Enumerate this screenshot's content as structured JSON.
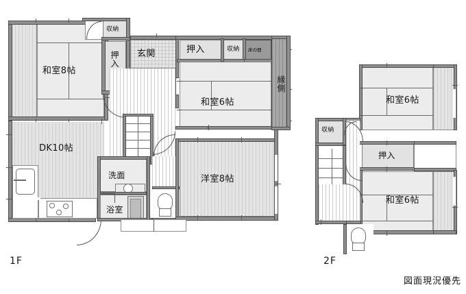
{
  "document": {
    "type": "real-estate-floor-plan",
    "note": "図面現況優先"
  },
  "floors": [
    {
      "id": "1F",
      "label": "1F",
      "rooms": [
        {
          "name": "和室8帖",
          "kind": "japanese-room",
          "size_jo": 8
        },
        {
          "name": "DK10帖",
          "kind": "dining-kitchen",
          "size_jo": 10
        },
        {
          "name": "玄関",
          "kind": "entrance"
        },
        {
          "name": "押入",
          "kind": "closet"
        },
        {
          "name": "収納",
          "kind": "storage"
        },
        {
          "name": "押入",
          "kind": "closet"
        },
        {
          "name": "収納",
          "kind": "storage"
        },
        {
          "name": "床の間",
          "kind": "alcove"
        },
        {
          "name": "和室6帖",
          "kind": "japanese-room",
          "size_jo": 6
        },
        {
          "name": "縁側",
          "kind": "veranda"
        },
        {
          "name": "洗面",
          "kind": "washbasin"
        },
        {
          "name": "浴室",
          "kind": "bathroom"
        },
        {
          "name": "洋室8帖",
          "kind": "western-room",
          "size_jo": 8
        }
      ]
    },
    {
      "id": "2F",
      "label": "2F",
      "rooms": [
        {
          "name": "和室6帖",
          "kind": "japanese-room",
          "size_jo": 6
        },
        {
          "name": "和室6帖",
          "kind": "japanese-room",
          "size_jo": 6
        },
        {
          "name": "押入",
          "kind": "closet"
        },
        {
          "name": "収納",
          "kind": "storage"
        }
      ]
    }
  ],
  "labels": {
    "washitsu_8": "和室8帖",
    "dk_10": "DK10帖",
    "genkan": "玄関",
    "oshiire_a": "押入",
    "shuunou_a": "収納",
    "oshiire_b": "押入",
    "shuunou_b": "収納",
    "tokonoma": "床の間",
    "washitsu_6": "和室6帖",
    "engawa": "縁側",
    "senmen": "洗面",
    "yokushitsu": "浴室",
    "youshitsu_8": "洋室8帖",
    "f2_washitsu_6_top": "和室6帖",
    "f2_washitsu_6_bottom": "和室6帖",
    "f2_oshiire": "押入",
    "f2_shuunou": "収納",
    "floor_1f": "1F",
    "floor_2f": "2F",
    "note": "図面現況優先"
  },
  "colors": {
    "wall": "#8f8f8f",
    "wall_outline": "#4d4d4d",
    "room_fill": "#ececec",
    "closet_fill": "#e2e2e2",
    "stripe_light": "#d9d9d9",
    "stripe_dark": "#9c9c9c",
    "tokonoma_fill": "#9a9a9a",
    "text": "#141414",
    "background": "#ffffff"
  }
}
